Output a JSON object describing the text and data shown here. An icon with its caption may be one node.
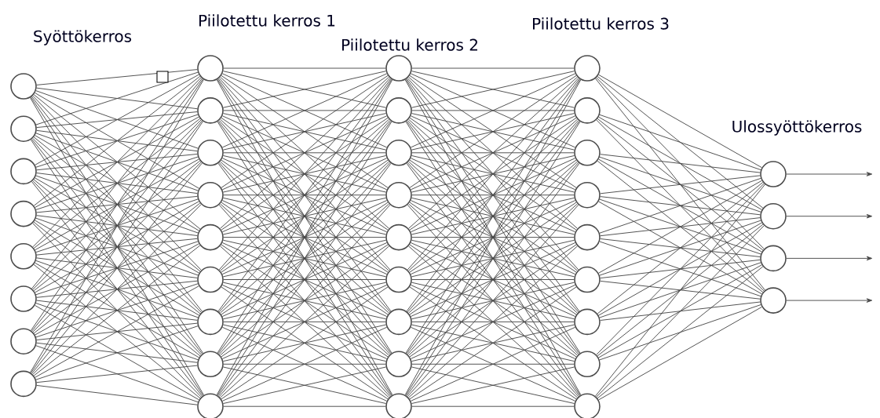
{
  "diagram": {
    "nodes": [
      {
        "text": [],
        "shape": "circle"
      },
      {
        "text": [],
        "shape": "circle"
      },
      {
        "text": [],
        "shape": "circle"
      },
      {
        "text": [],
        "shape": "circle"
      },
      {
        "text": [],
        "shape": "circle"
      },
      {
        "text": [],
        "shape": "circle"
      },
      {
        "text": [],
        "shape": "circle"
      },
      {
        "text": [],
        "shape": "circle"
      },
      {
        "text": [],
        "shape": "circle"
      },
      {
        "text": [],
        "shape": "circle"
      },
      {
        "text": [],
        "shape": "circle"
      },
      {
        "text": [],
        "shape": "circle"
      },
      {
        "text": [],
        "shape": "circle"
      },
      {
        "text": [],
        "shape": "circle"
      },
      {
        "text": [],
        "shape": "circle"
      },
      {
        "text": [],
        "shape": "circle"
      },
      {
        "text": [],
        "shape": "circle"
      },
      {
        "text": [],
        "shape": "circle"
      },
      {
        "text": [],
        "shape": "circle"
      },
      {
        "text": [],
        "shape": "circle"
      },
      {
        "text": [],
        "shape": "circle"
      },
      {
        "text": [],
        "shape": "circle"
      },
      {
        "text": [],
        "shape": "circle"
      },
      {
        "text": [],
        "shape": "circle"
      },
      {
        "text": [],
        "shape": "circle"
      },
      {
        "text": [],
        "shape": "circle"
      },
      {
        "text": [],
        "shape": "circle"
      },
      {
        "text": [],
        "shape": "circle"
      },
      {
        "text": [],
        "shape": "circle"
      },
      {
        "text": [],
        "shape": "circle"
      },
      {
        "text": [],
        "shape": "circle"
      },
      {
        "text": [],
        "shape": "circle"
      },
      {
        "text": [],
        "shape": "circle"
      },
      {
        "text": [],
        "shape": "circle"
      },
      {
        "text": [],
        "shape": "circle"
      },
      {
        "text": [],
        "shape": "circle"
      },
      {
        "text": [],
        "shape": "circle"
      },
      {
        "text": [],
        "shape": "circle"
      },
      {
        "text": [],
        "shape": "circle"
      }
    ],
    "edges": [
      {
        "from": 0,
        "to": 8,
        "arrow": "none"
      },
      {
        "from": 0,
        "to": 9,
        "arrow": "none"
      },
      {
        "from": 0,
        "to": 10,
        "arrow": "none"
      },
      {
        "from": 0,
        "to": 11,
        "arrow": "none"
      },
      {
        "from": 0,
        "to": 12,
        "arrow": "none"
      },
      {
        "from": 0,
        "to": 13,
        "arrow": "none"
      },
      {
        "from": 0,
        "to": 14,
        "arrow": "none"
      },
      {
        "from": 0,
        "to": 15,
        "arrow": "none"
      },
      {
        "from": 0,
        "to": 16,
        "arrow": "none"
      },
      {
        "from": 1,
        "to": 8,
        "arrow": "none"
      },
      {
        "from": 1,
        "to": 9,
        "arrow": "none"
      },
      {
        "from": 1,
        "to": 10,
        "arrow": "none"
      },
      {
        "from": 1,
        "to": 11,
        "arrow": "none"
      },
      {
        "from": 1,
        "to": 12,
        "arrow": "none"
      },
      {
        "from": 1,
        "to": 13,
        "arrow": "none"
      },
      {
        "from": 1,
        "to": 14,
        "arrow": "none"
      },
      {
        "from": 1,
        "to": 15,
        "arrow": "none"
      },
      {
        "from": 1,
        "to": 16,
        "arrow": "none"
      },
      {
        "from": 2,
        "to": 8,
        "arrow": "none"
      },
      {
        "from": 2,
        "to": 9,
        "arrow": "none"
      },
      {
        "from": 2,
        "to": 10,
        "arrow": "none"
      },
      {
        "from": 2,
        "to": 11,
        "arrow": "none"
      },
      {
        "from": 2,
        "to": 12,
        "arrow": "none"
      },
      {
        "from": 2,
        "to": 13,
        "arrow": "none"
      },
      {
        "from": 2,
        "to": 14,
        "arrow": "none"
      },
      {
        "from": 2,
        "to": 15,
        "arrow": "none"
      },
      {
        "from": 2,
        "to": 16,
        "arrow": "none"
      },
      {
        "from": 3,
        "to": 8,
        "arrow": "none"
      },
      {
        "from": 3,
        "to": 9,
        "arrow": "none"
      },
      {
        "from": 3,
        "to": 10,
        "arrow": "none"
      },
      {
        "from": 3,
        "to": 11,
        "arrow": "none"
      },
      {
        "from": 3,
        "to": 12,
        "arrow": "none"
      },
      {
        "from": 3,
        "to": 13,
        "arrow": "none"
      },
      {
        "from": 3,
        "to": 14,
        "arrow": "none"
      },
      {
        "from": 3,
        "to": 15,
        "arrow": "none"
      },
      {
        "from": 3,
        "to": 16,
        "arrow": "none"
      },
      {
        "from": 4,
        "to": 8,
        "arrow": "none"
      },
      {
        "from": 4,
        "to": 9,
        "arrow": "none"
      },
      {
        "from": 4,
        "to": 10,
        "arrow": "none"
      },
      {
        "from": 4,
        "to": 11,
        "arrow": "none"
      },
      {
        "from": 4,
        "to": 12,
        "arrow": "none"
      },
      {
        "from": 4,
        "to": 13,
        "arrow": "none"
      },
      {
        "from": 4,
        "to": 14,
        "arrow": "none"
      },
      {
        "from": 4,
        "to": 15,
        "arrow": "none"
      },
      {
        "from": 4,
        "to": 16,
        "arrow": "none"
      },
      {
        "from": 5,
        "to": 8,
        "arrow": "none"
      },
      {
        "from": 5,
        "to": 9,
        "arrow": "none"
      },
      {
        "from": 5,
        "to": 10,
        "arrow": "none"
      },
      {
        "from": 5,
        "to": 11,
        "arrow": "none"
      },
      {
        "from": 5,
        "to": 12,
        "arrow": "none"
      },
      {
        "from": 5,
        "to": 13,
        "arrow": "none"
      },
      {
        "from": 5,
        "to": 14,
        "arrow": "none"
      },
      {
        "from": 5,
        "to": 15,
        "arrow": "none"
      },
      {
        "from": 5,
        "to": 16,
        "arrow": "none"
      },
      {
        "from": 6,
        "to": 8,
        "arrow": "none"
      },
      {
        "from": 6,
        "to": 9,
        "arrow": "none"
      },
      {
        "from": 6,
        "to": 10,
        "arrow": "none"
      },
      {
        "from": 6,
        "to": 11,
        "arrow": "none"
      },
      {
        "from": 6,
        "to": 12,
        "arrow": "none"
      },
      {
        "from": 6,
        "to": 13,
        "arrow": "none"
      },
      {
        "from": 6,
        "to": 14,
        "arrow": "none"
      },
      {
        "from": 6,
        "to": 15,
        "arrow": "none"
      },
      {
        "from": 6,
        "to": 16,
        "arrow": "none"
      },
      {
        "from": 7,
        "to": 8,
        "arrow": "none"
      },
      {
        "from": 7,
        "to": 9,
        "arrow": "none"
      },
      {
        "from": 7,
        "to": 10,
        "arrow": "none"
      },
      {
        "from": 7,
        "to": 11,
        "arrow": "none"
      },
      {
        "from": 7,
        "to": 12,
        "arrow": "none"
      },
      {
        "from": 7,
        "to": 13,
        "arrow": "none"
      },
      {
        "from": 7,
        "to": 14,
        "arrow": "none"
      },
      {
        "from": 7,
        "to": 15,
        "arrow": "none"
      },
      {
        "from": 7,
        "to": 16,
        "arrow": "none"
      },
      {
        "from": 8,
        "to": 17,
        "arrow": "none"
      },
      {
        "from": 8,
        "to": 18,
        "arrow": "none"
      },
      {
        "from": 8,
        "to": 19,
        "arrow": "none"
      },
      {
        "from": 8,
        "to": 20,
        "arrow": "none"
      },
      {
        "from": 8,
        "to": 21,
        "arrow": "none"
      },
      {
        "from": 8,
        "to": 22,
        "arrow": "none"
      },
      {
        "from": 8,
        "to": 23,
        "arrow": "none"
      },
      {
        "from": 8,
        "to": 24,
        "arrow": "none"
      },
      {
        "from": 8,
        "to": 25,
        "arrow": "none"
      },
      {
        "from": 9,
        "to": 17,
        "arrow": "none"
      },
      {
        "from": 9,
        "to": 18,
        "arrow": "none"
      },
      {
        "from": 9,
        "to": 19,
        "arrow": "none"
      },
      {
        "from": 9,
        "to": 20,
        "arrow": "none"
      },
      {
        "from": 9,
        "to": 21,
        "arrow": "none"
      },
      {
        "from": 9,
        "to": 22,
        "arrow": "none"
      },
      {
        "from": 9,
        "to": 23,
        "arrow": "none"
      },
      {
        "from": 9,
        "to": 24,
        "arrow": "none"
      },
      {
        "from": 9,
        "to": 25,
        "arrow": "none"
      },
      {
        "from": 10,
        "to": 17,
        "arrow": "none"
      },
      {
        "from": 10,
        "to": 18,
        "arrow": "none"
      },
      {
        "from": 10,
        "to": 19,
        "arrow": "none"
      },
      {
        "from": 10,
        "to": 20,
        "arrow": "none"
      },
      {
        "from": 10,
        "to": 21,
        "arrow": "none"
      },
      {
        "from": 10,
        "to": 22,
        "arrow": "none"
      },
      {
        "from": 10,
        "to": 23,
        "arrow": "none"
      },
      {
        "from": 10,
        "to": 24,
        "arrow": "none"
      },
      {
        "from": 10,
        "to": 25,
        "arrow": "none"
      },
      {
        "from": 11,
        "to": 17,
        "arrow": "none"
      },
      {
        "from": 11,
        "to": 18,
        "arrow": "none"
      },
      {
        "from": 11,
        "to": 19,
        "arrow": "none"
      },
      {
        "from": 11,
        "to": 20,
        "arrow": "none"
      },
      {
        "from": 11,
        "to": 21,
        "arrow": "none"
      },
      {
        "from": 11,
        "to": 22,
        "arrow": "none"
      },
      {
        "from": 11,
        "to": 23,
        "arrow": "none"
      },
      {
        "from": 11,
        "to": 24,
        "arrow": "none"
      },
      {
        "from": 11,
        "to": 25,
        "arrow": "none"
      },
      {
        "from": 12,
        "to": 17,
        "arrow": "none"
      },
      {
        "from": 12,
        "to": 18,
        "arrow": "none"
      },
      {
        "from": 12,
        "to": 19,
        "arrow": "none"
      },
      {
        "from": 12,
        "to": 20,
        "arrow": "none"
      },
      {
        "from": 12,
        "to": 21,
        "arrow": "none"
      },
      {
        "from": 12,
        "to": 22,
        "arrow": "none"
      },
      {
        "from": 12,
        "to": 23,
        "arrow": "none"
      },
      {
        "from": 12,
        "to": 24,
        "arrow": "none"
      },
      {
        "from": 12,
        "to": 25,
        "arrow": "none"
      },
      {
        "from": 13,
        "to": 17,
        "arrow": "none"
      },
      {
        "from": 13,
        "to": 18,
        "arrow": "none"
      },
      {
        "from": 13,
        "to": 19,
        "arrow": "none"
      },
      {
        "from": 13,
        "to": 20,
        "arrow": "none"
      },
      {
        "from": 13,
        "to": 21,
        "arrow": "none"
      },
      {
        "from": 13,
        "to": 22,
        "arrow": "none"
      },
      {
        "from": 13,
        "to": 23,
        "arrow": "none"
      },
      {
        "from": 13,
        "to": 24,
        "arrow": "none"
      },
      {
        "from": 13,
        "to": 25,
        "arrow": "none"
      },
      {
        "from": 14,
        "to": 17,
        "arrow": "none"
      },
      {
        "from": 14,
        "to": 18,
        "arrow": "none"
      },
      {
        "from": 14,
        "to": 19,
        "arrow": "none"
      },
      {
        "from": 14,
        "to": 20,
        "arrow": "none"
      },
      {
        "from": 14,
        "to": 21,
        "arrow": "none"
      },
      {
        "from": 14,
        "to": 22,
        "arrow": "none"
      },
      {
        "from": 14,
        "to": 23,
        "arrow": "none"
      },
      {
        "from": 14,
        "to": 24,
        "arrow": "none"
      },
      {
        "from": 14,
        "to": 25,
        "arrow": "none"
      },
      {
        "from": 15,
        "to": 17,
        "arrow": "none"
      },
      {
        "from": 15,
        "to": 18,
        "arrow": "none"
      },
      {
        "from": 15,
        "to": 19,
        "arrow": "none"
      },
      {
        "from": 15,
        "to": 20,
        "arrow": "none"
      },
      {
        "from": 15,
        "to": 21,
        "arrow": "none"
      },
      {
        "from": 15,
        "to": 22,
        "arrow": "none"
      },
      {
        "from": 15,
        "to": 23,
        "arrow": "none"
      },
      {
        "from": 15,
        "to": 24,
        "arrow": "none"
      },
      {
        "from": 15,
        "to": 25,
        "arrow": "none"
      },
      {
        "from": 16,
        "to": 17,
        "arrow": "none"
      },
      {
        "from": 16,
        "to": 18,
        "arrow": "none"
      },
      {
        "from": 16,
        "to": 19,
        "arrow": "none"
      },
      {
        "from": 16,
        "to": 20,
        "arrow": "none"
      },
      {
        "from": 16,
        "to": 21,
        "arrow": "none"
      },
      {
        "from": 16,
        "to": 22,
        "arrow": "none"
      },
      {
        "from": 16,
        "to": 23,
        "arrow": "none"
      },
      {
        "from": 16,
        "to": 24,
        "arrow": "none"
      },
      {
        "from": 16,
        "to": 25,
        "arrow": "none"
      },
      {
        "from": 17,
        "to": 26,
        "arrow": "none"
      },
      {
        "from": 17,
        "to": 27,
        "arrow": "none"
      },
      {
        "from": 17,
        "to": 28,
        "arrow": "none"
      },
      {
        "from": 17,
        "to": 29,
        "arrow": "none"
      },
      {
        "from": 17,
        "to": 30,
        "arrow": "none"
      },
      {
        "from": 17,
        "to": 31,
        "arrow": "none"
      },
      {
        "from": 17,
        "to": 32,
        "arrow": "none"
      },
      {
        "from": 17,
        "to": 33,
        "arrow": "none"
      },
      {
        "from": 17,
        "to": 34,
        "arrow": "none"
      },
      {
        "from": 18,
        "to": 26,
        "arrow": "none"
      },
      {
        "from": 18,
        "to": 27,
        "arrow": "none"
      },
      {
        "from": 18,
        "to": 28,
        "arrow": "none"
      },
      {
        "from": 18,
        "to": 29,
        "arrow": "none"
      },
      {
        "from": 18,
        "to": 30,
        "arrow": "none"
      },
      {
        "from": 18,
        "to": 31,
        "arrow": "none"
      },
      {
        "from": 18,
        "to": 32,
        "arrow": "none"
      },
      {
        "from": 18,
        "to": 33,
        "arrow": "none"
      },
      {
        "from": 18,
        "to": 34,
        "arrow": "none"
      },
      {
        "from": 19,
        "to": 26,
        "arrow": "none"
      },
      {
        "from": 19,
        "to": 27,
        "arrow": "none"
      },
      {
        "from": 19,
        "to": 28,
        "arrow": "none"
      },
      {
        "from": 19,
        "to": 29,
        "arrow": "none"
      },
      {
        "from": 19,
        "to": 30,
        "arrow": "none"
      },
      {
        "from": 19,
        "to": 31,
        "arrow": "none"
      },
      {
        "from": 19,
        "to": 32,
        "arrow": "none"
      },
      {
        "from": 19,
        "to": 33,
        "arrow": "none"
      },
      {
        "from": 19,
        "to": 34,
        "arrow": "none"
      },
      {
        "from": 20,
        "to": 26,
        "arrow": "none"
      },
      {
        "from": 20,
        "to": 27,
        "arrow": "none"
      },
      {
        "from": 20,
        "to": 28,
        "arrow": "none"
      },
      {
        "from": 20,
        "to": 29,
        "arrow": "none"
      },
      {
        "from": 20,
        "to": 30,
        "arrow": "none"
      },
      {
        "from": 20,
        "to": 31,
        "arrow": "none"
      },
      {
        "from": 20,
        "to": 32,
        "arrow": "none"
      },
      {
        "from": 20,
        "to": 33,
        "arrow": "none"
      },
      {
        "from": 20,
        "to": 34,
        "arrow": "none"
      },
      {
        "from": 21,
        "to": 26,
        "arrow": "none"
      },
      {
        "from": 21,
        "to": 27,
        "arrow": "none"
      },
      {
        "from": 21,
        "to": 28,
        "arrow": "none"
      },
      {
        "from": 21,
        "to": 29,
        "arrow": "none"
      },
      {
        "from": 21,
        "to": 30,
        "arrow": "none"
      },
      {
        "from": 21,
        "to": 31,
        "arrow": "none"
      },
      {
        "from": 21,
        "to": 32,
        "arrow": "none"
      },
      {
        "from": 21,
        "to": 33,
        "arrow": "none"
      },
      {
        "from": 21,
        "to": 34,
        "arrow": "none"
      },
      {
        "from": 22,
        "to": 26,
        "arrow": "none"
      },
      {
        "from": 22,
        "to": 27,
        "arrow": "none"
      },
      {
        "from": 22,
        "to": 28,
        "arrow": "none"
      },
      {
        "from": 22,
        "to": 29,
        "arrow": "none"
      },
      {
        "from": 22,
        "to": 30,
        "arrow": "none"
      },
      {
        "from": 22,
        "to": 31,
        "arrow": "none"
      },
      {
        "from": 22,
        "to": 32,
        "arrow": "none"
      },
      {
        "from": 22,
        "to": 33,
        "arrow": "none"
      },
      {
        "from": 22,
        "to": 34,
        "arrow": "none"
      },
      {
        "from": 23,
        "to": 26,
        "arrow": "none"
      },
      {
        "from": 23,
        "to": 27,
        "arrow": "none"
      },
      {
        "from": 23,
        "to": 28,
        "arrow": "none"
      },
      {
        "from": 23,
        "to": 29,
        "arrow": "none"
      },
      {
        "from": 23,
        "to": 30,
        "arrow": "none"
      },
      {
        "from": 23,
        "to": 31,
        "arrow": "none"
      },
      {
        "from": 23,
        "to": 32,
        "arrow": "none"
      },
      {
        "from": 23,
        "to": 33,
        "arrow": "none"
      },
      {
        "from": 23,
        "to": 34,
        "arrow": "none"
      },
      {
        "from": 24,
        "to": 26,
        "arrow": "none"
      },
      {
        "from": 24,
        "to": 27,
        "arrow": "none"
      },
      {
        "from": 24,
        "to": 28,
        "arrow": "none"
      },
      {
        "from": 24,
        "to": 29,
        "arrow": "none"
      },
      {
        "from": 24,
        "to": 30,
        "arrow": "none"
      },
      {
        "from": 24,
        "to": 31,
        "arrow": "none"
      },
      {
        "from": 24,
        "to": 32,
        "arrow": "none"
      },
      {
        "from": 24,
        "to": 33,
        "arrow": "none"
      },
      {
        "from": 24,
        "to": 34,
        "arrow": "none"
      },
      {
        "from": 25,
        "to": 26,
        "arrow": "none"
      },
      {
        "from": 25,
        "to": 27,
        "arrow": "none"
      },
      {
        "from": 25,
        "to": 28,
        "arrow": "none"
      },
      {
        "from": 25,
        "to": 29,
        "arrow": "none"
      },
      {
        "from": 25,
        "to": 30,
        "arrow": "none"
      },
      {
        "from": 25,
        "to": 31,
        "arrow": "none"
      },
      {
        "from": 25,
        "to": 32,
        "arrow": "none"
      },
      {
        "from": 25,
        "to": 33,
        "arrow": "none"
      },
      {
        "from": 25,
        "to": 34,
        "arrow": "none"
      },
      {
        "from": 26,
        "to": 35,
        "arrow": "none"
      },
      {
        "from": 26,
        "to": 36,
        "arrow": "none"
      },
      {
        "from": 26,
        "to": 37,
        "arrow": "none"
      },
      {
        "from": 26,
        "to": 38,
        "arrow": "none"
      },
      {
        "from": 27,
        "to": 35,
        "arrow": "none"
      },
      {
        "from": 27,
        "to": 36,
        "arrow": "none"
      },
      {
        "from": 27,
        "to": 37,
        "arrow": "none"
      },
      {
        "from": 27,
        "to": 38,
        "arrow": "none"
      },
      {
        "from": 28,
        "to": 35,
        "arrow": "none"
      },
      {
        "from": 28,
        "to": 36,
        "arrow": "none"
      },
      {
        "from": 28,
        "to": 37,
        "arrow": "none"
      },
      {
        "from": 28,
        "to": 38,
        "arrow": "none"
      },
      {
        "from": 29,
        "to": 35,
        "arrow": "none"
      },
      {
        "from": 29,
        "to": 36,
        "arrow": "none"
      },
      {
        "from": 29,
        "to": 37,
        "arrow": "none"
      },
      {
        "from": 29,
        "to": 38,
        "arrow": "none"
      },
      {
        "from": 30,
        "to": 35,
        "arrow": "none"
      },
      {
        "from": 30,
        "to": 36,
        "arrow": "none"
      },
      {
        "from": 30,
        "to": 37,
        "arrow": "none"
      },
      {
        "from": 30,
        "to": 38,
        "arrow": "none"
      },
      {
        "from": 31,
        "to": 35,
        "arrow": "none"
      },
      {
        "from": 31,
        "to": 36,
        "arrow": "none"
      },
      {
        "from": 31,
        "to": 37,
        "arrow": "none"
      },
      {
        "from": 31,
        "to": 38,
        "arrow": "none"
      },
      {
        "from": 32,
        "to": 35,
        "arrow": "none"
      },
      {
        "from": 32,
        "to": 36,
        "arrow": "none"
      },
      {
        "from": 32,
        "to": 37,
        "arrow": "none"
      },
      {
        "from": 32,
        "to": 38,
        "arrow": "none"
      },
      {
        "from": 33,
        "to": 35,
        "arrow": "none"
      },
      {
        "from": 33,
        "to": 36,
        "arrow": "none"
      },
      {
        "from": 33,
        "to": 37,
        "arrow": "none"
      },
      {
        "from": 33,
        "to": 38,
        "arrow": "none"
      },
      {
        "from": 34,
        "to": 35,
        "arrow": "none"
      },
      {
        "from": 34,
        "to": 36,
        "arrow": "none"
      },
      {
        "from": 34,
        "to": 37,
        "arrow": "none"
      },
      {
        "from": 34,
        "to": 38,
        "arrow": "none"
      },
      {
        "from": 35,
        "to": null,
        "arrow": "to"
      },
      {
        "from": 36,
        "to": null,
        "arrow": "to"
      },
      {
        "from": 37,
        "to": null,
        "arrow": "to"
      },
      {
        "from": 38,
        "to": null,
        "arrow": "to"
      }
    ],
    "labels": [
      "Syöttökerros",
      "Piilotettu kerros 1",
      "Piilotettu kerros 2",
      "Piilotettu kerros 3",
      "Ulossyöttökerros"
    ]
  }
}
